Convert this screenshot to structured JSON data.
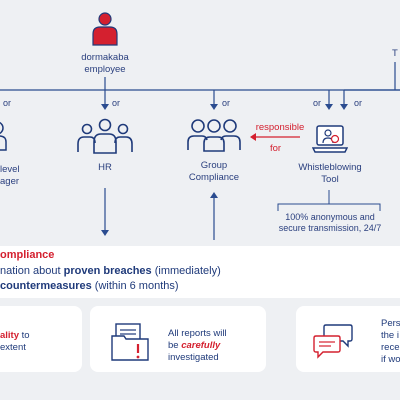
{
  "top_person": {
    "label_line1": "dormakaba",
    "label_line2": "employee"
  },
  "right_edge_text": "T",
  "or_label": "or",
  "nodes": {
    "left": {
      "line1": "level",
      "line2": "ager"
    },
    "hr": {
      "label": "HR"
    },
    "group": {
      "line1": "Group",
      "line2": "Compliance"
    },
    "tool": {
      "line1": "Whistleblowing",
      "line2": "Tool"
    }
  },
  "responsible": {
    "word1": "responsible",
    "word2": "for"
  },
  "anon_box": {
    "line1": "100% anonymous and",
    "line2": "secure transmission, 24/7"
  },
  "band": {
    "heading": "ompliance",
    "line1_prefix": "nation about ",
    "line1_bold": "proven breaches",
    "line1_suffix": " (immediately)",
    "line2_bold": "countermeasures",
    "line2_suffix": " (within 6 months)"
  },
  "cards": {
    "left": {
      "line1_red": "ality",
      "line1_rest": " to",
      "line2": "extent"
    },
    "middle": {
      "line1": "All reports will",
      "line2_prefix": "be ",
      "line2_bold": "carefully",
      "line3": "investigated"
    },
    "right": {
      "line1": "Pers",
      "line2": "the i",
      "line3": "rece",
      "line4": "if wo"
    }
  },
  "colors": {
    "navy": "#1f3a7a",
    "red": "#d4202f",
    "background": "#eef0f3"
  }
}
